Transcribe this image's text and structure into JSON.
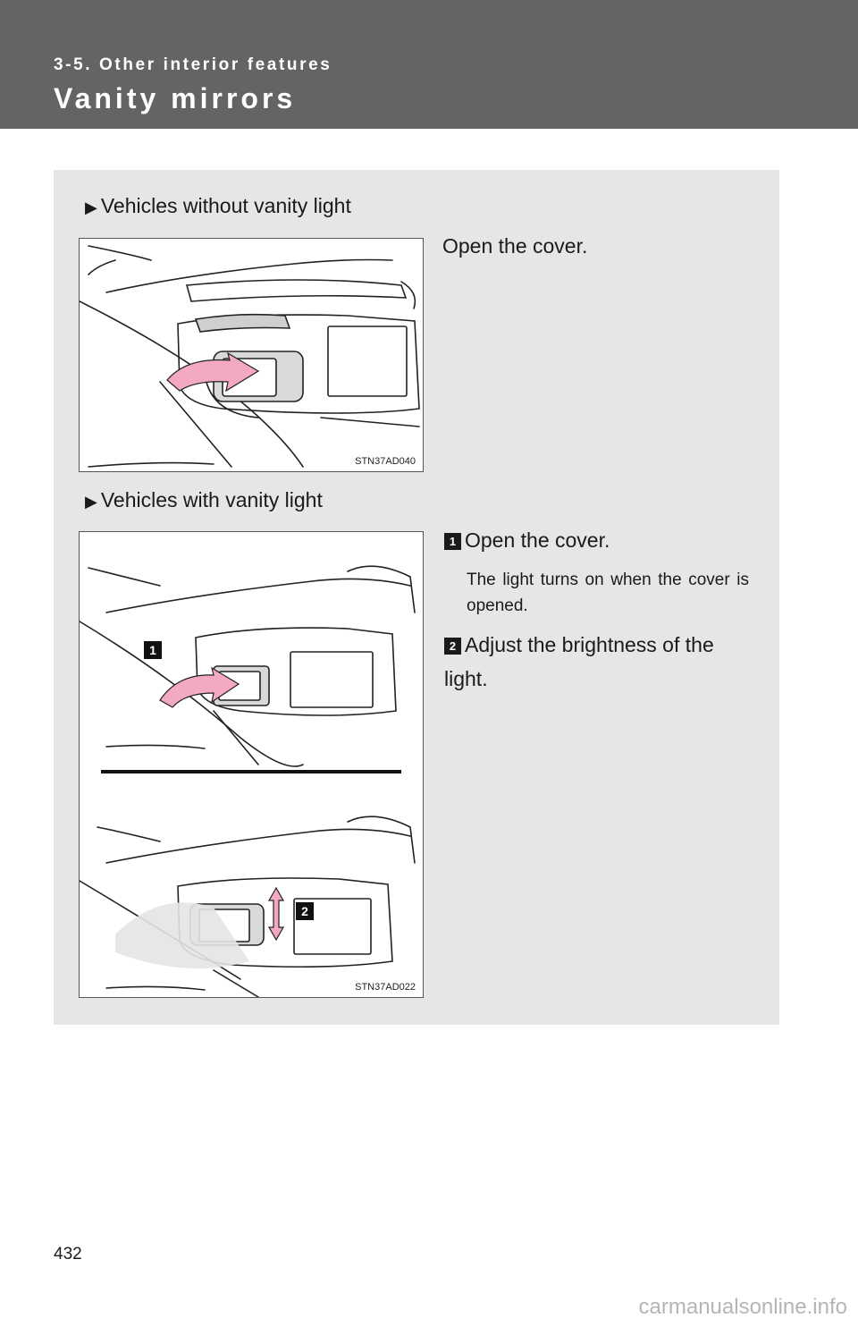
{
  "header": {
    "section": "3-5. Other interior features",
    "title": "Vanity mirrors"
  },
  "without_light": {
    "heading": "Vehicles without vanity light",
    "instruction": "Open the cover.",
    "figure_code": "STN37AD040"
  },
  "with_light": {
    "heading": "Vehicles with vanity light",
    "steps": [
      {
        "number": "1",
        "text": "Open the cover."
      },
      {
        "number": "2",
        "text": "Adjust the brightness of the light."
      }
    ],
    "note": "The light turns on when the cover is opened.",
    "figure_code": "STN37AD022",
    "callout_1": "1",
    "callout_2": "2"
  },
  "page_number": "432",
  "watermark": "carmanualsonline.info"
}
